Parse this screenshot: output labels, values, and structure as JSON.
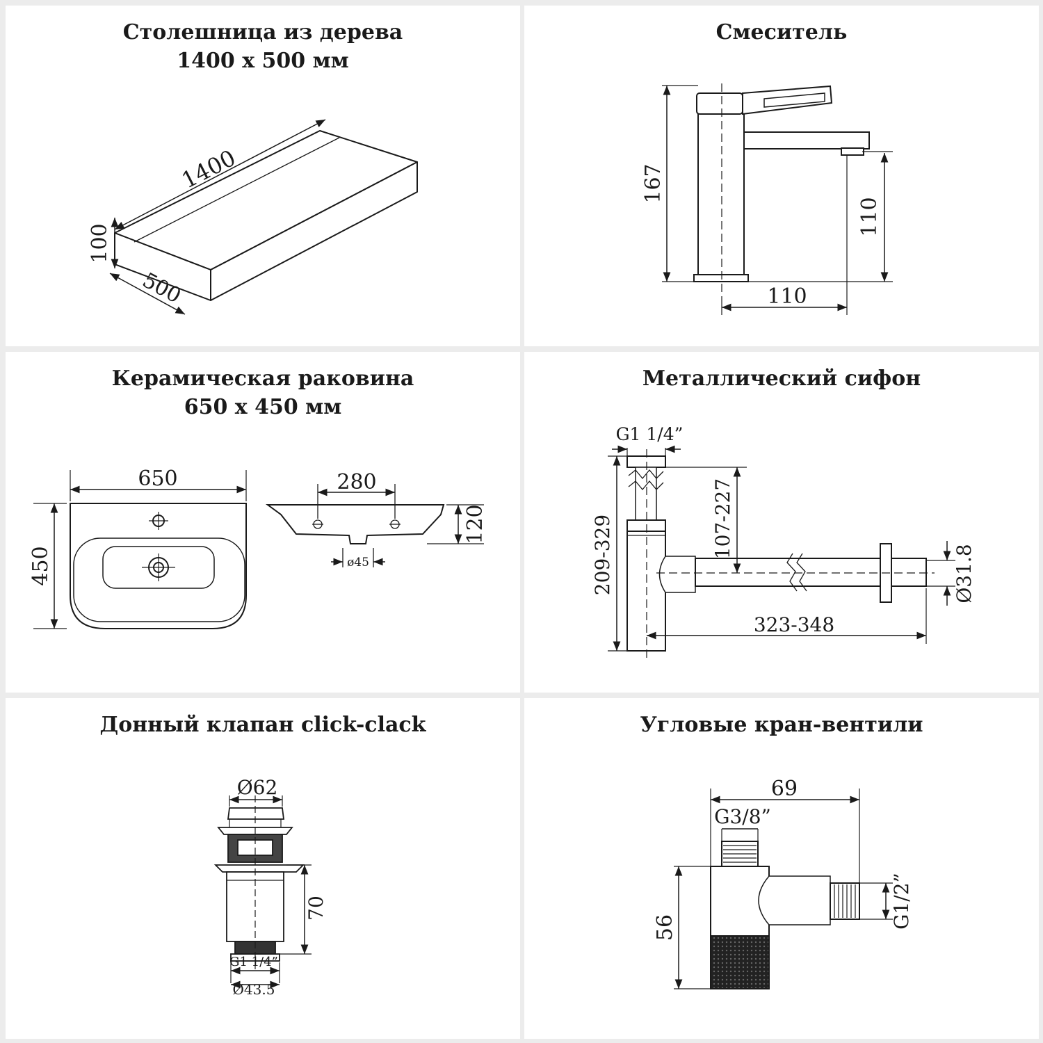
{
  "panels": {
    "countertop": {
      "title": "Столешница из дерева",
      "subtitle": "1400 х 500 мм",
      "dims": {
        "length": "1400",
        "height": "100",
        "width": "500"
      }
    },
    "faucet": {
      "title": "Смеситель",
      "dims": {
        "height": "167",
        "spout_height": "110",
        "spout_reach": "110"
      }
    },
    "sink": {
      "title": "Керамическая раковина",
      "subtitle": "650 х 450 мм",
      "dims": {
        "width": "650",
        "depth": "450",
        "inner_width": "280",
        "height": "120",
        "drain": "ø45"
      }
    },
    "siphon": {
      "title": "Металлический сифон",
      "dims": {
        "thread": "G1 1/4”",
        "total_height": "209-329",
        "adjust_height": "107-227",
        "length": "323-348",
        "diameter": "Ø31.8"
      }
    },
    "drain_valve": {
      "title": "Донный клапан click-clack",
      "dims": {
        "top_diameter": "Ø62",
        "height": "70",
        "thread": "G1 1/4”",
        "bottom_diameter": "Ø43.5"
      }
    },
    "angle_valves": {
      "title": "Угловые кран-вентили",
      "dims": {
        "width": "69",
        "inlet_thread": "G3/8”",
        "height": "56",
        "outlet_thread": "G1/2”"
      }
    }
  }
}
